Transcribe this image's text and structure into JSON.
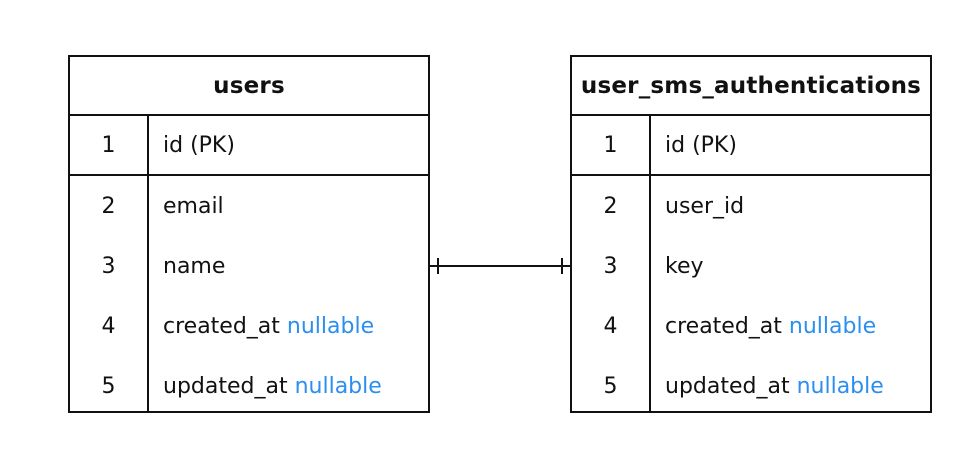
{
  "entities": [
    {
      "title": "users",
      "rows": [
        {
          "num": "1",
          "name": "id (PK)",
          "tag": ""
        },
        {
          "num": "2",
          "name": "email",
          "tag": ""
        },
        {
          "num": "3",
          "name": "name",
          "tag": ""
        },
        {
          "num": "4",
          "name": "created_at",
          "tag": "nullable"
        },
        {
          "num": "5",
          "name": "updated_at",
          "tag": "nullable"
        }
      ]
    },
    {
      "title": "user_sms_authentications",
      "rows": [
        {
          "num": "1",
          "name": "id (PK)",
          "tag": ""
        },
        {
          "num": "2",
          "name": "user_id",
          "tag": ""
        },
        {
          "num": "3",
          "name": "key",
          "tag": ""
        },
        {
          "num": "4",
          "name": "created_at",
          "tag": "nullable"
        },
        {
          "num": "5",
          "name": "updated_at",
          "tag": "nullable"
        }
      ]
    }
  ],
  "relationship": {
    "from": "users",
    "to": "user_sms_authentications",
    "cardinality": "one-to-one"
  },
  "colors": {
    "border": "#111111",
    "nullable_tag": "#2b8ff0"
  }
}
